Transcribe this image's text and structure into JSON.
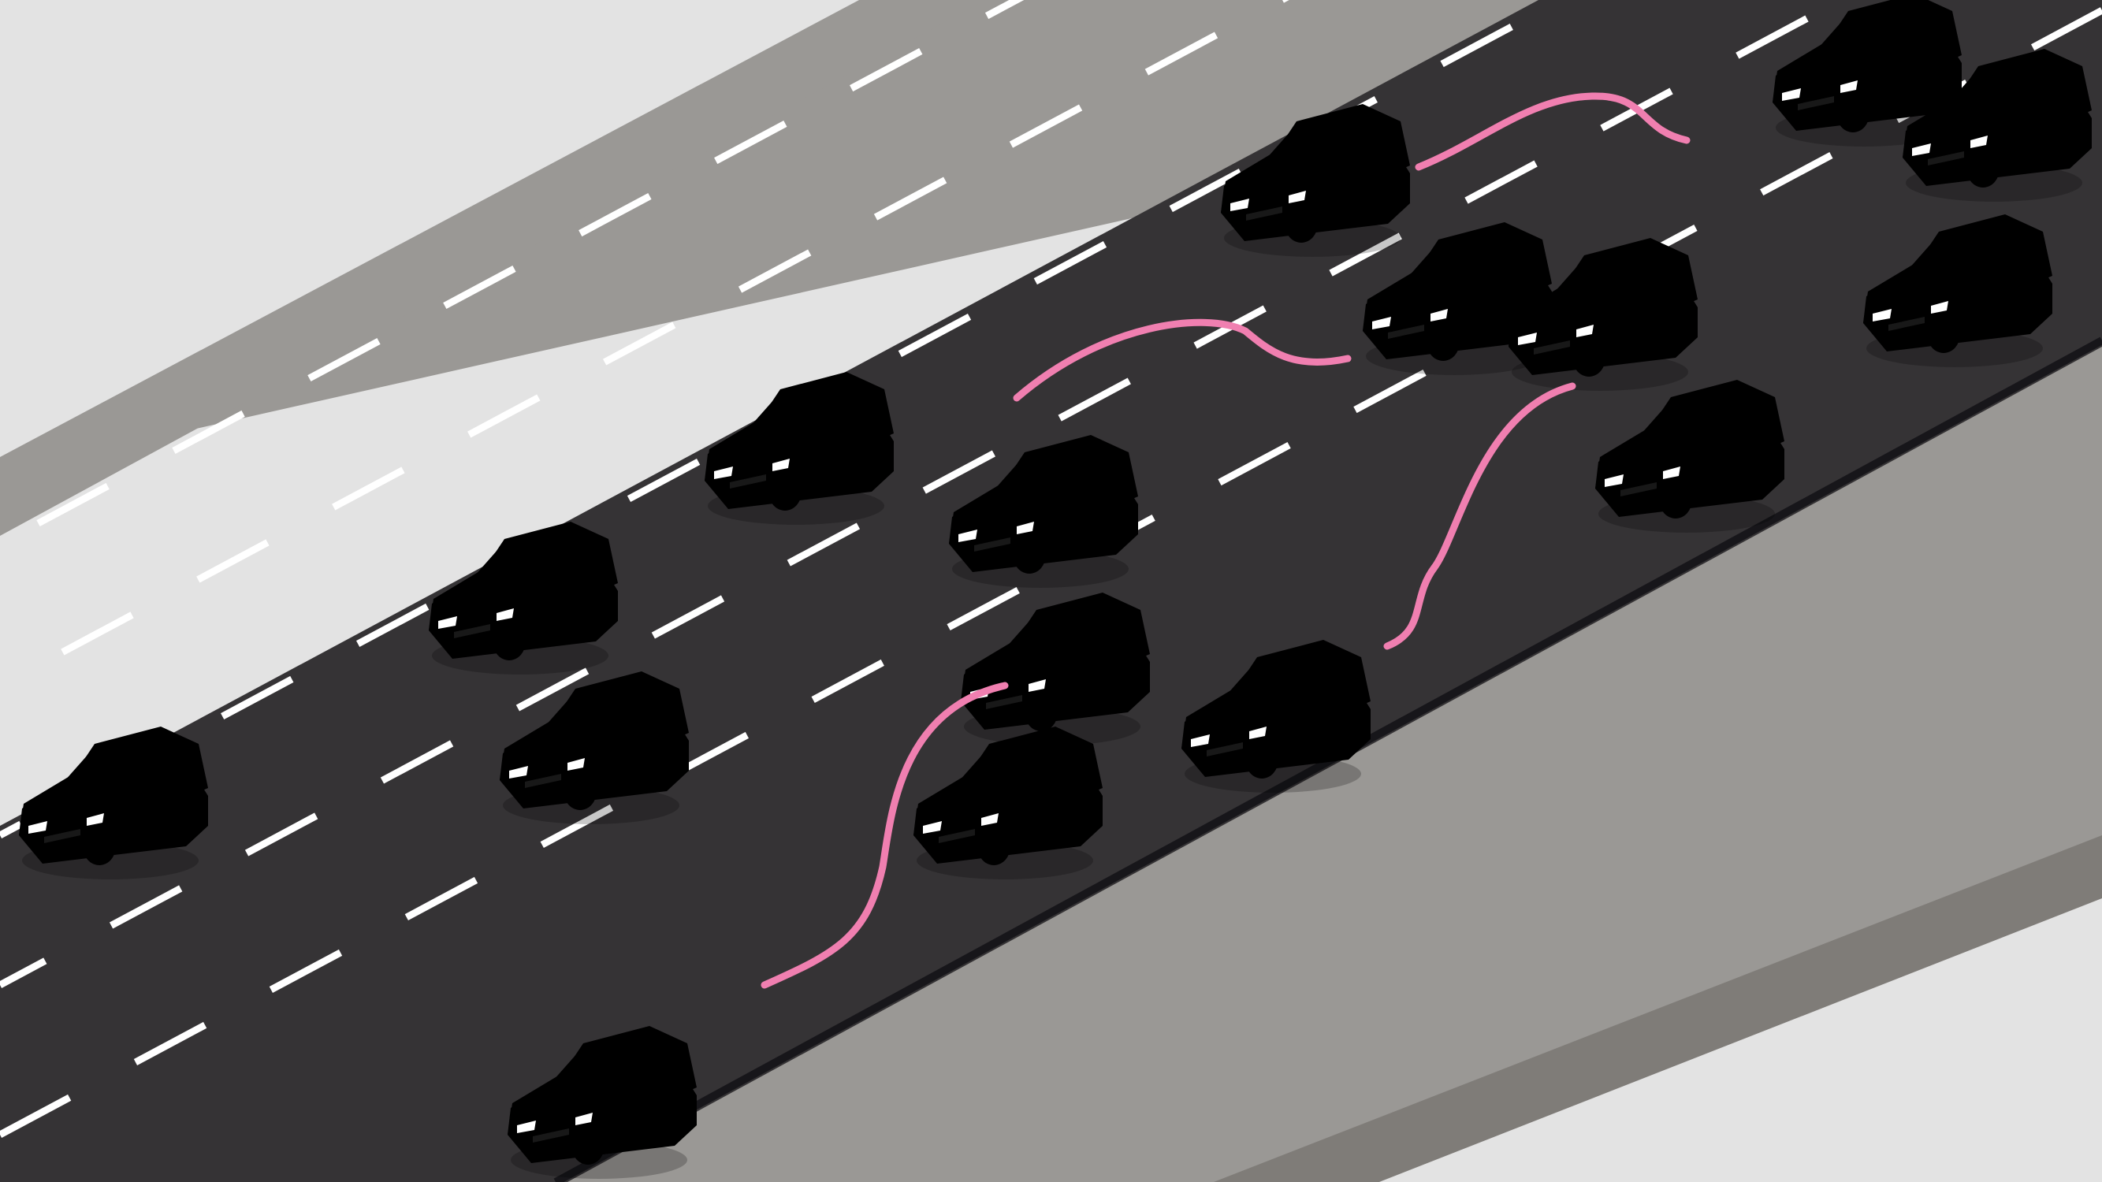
{
  "scene": {
    "colors": {
      "background": "#e3e3e3",
      "shoulder": "#9a9895",
      "shoulder_edge": "#7f7c78",
      "road": "#353335",
      "road_edge": "#17161a",
      "lane_marking": "#ffffff",
      "arrow": "#f07fb0"
    },
    "lane_count": 6,
    "car_styles": {
      "yellow": {
        "body": "#ffd21c",
        "side": "#e89a00",
        "window": "#2f4a73",
        "wheel": "#2b2b2b",
        "hub": "#cfd3d8"
      },
      "green": {
        "body": "#55c86a",
        "side": "#25972f",
        "window": "#2f4a73",
        "wheel": "#2b2b2b",
        "hub": "#cfd3d8"
      }
    },
    "cars": [
      {
        "id": "car-1",
        "color": "yellow"
      },
      {
        "id": "car-2",
        "color": "green"
      },
      {
        "id": "car-3",
        "color": "yellow"
      },
      {
        "id": "car-4",
        "color": "yellow"
      },
      {
        "id": "car-5",
        "color": "yellow"
      },
      {
        "id": "car-6",
        "color": "green"
      },
      {
        "id": "car-7",
        "color": "yellow"
      },
      {
        "id": "car-8",
        "color": "green"
      },
      {
        "id": "car-9",
        "color": "green"
      },
      {
        "id": "car-10",
        "color": "yellow"
      },
      {
        "id": "car-11",
        "color": "yellow"
      },
      {
        "id": "car-12",
        "color": "green"
      },
      {
        "id": "car-13",
        "color": "yellow"
      },
      {
        "id": "car-14",
        "color": "yellow"
      },
      {
        "id": "car-15",
        "color": "green"
      },
      {
        "id": "car-16",
        "color": "yellow"
      },
      {
        "id": "car-17",
        "color": "green"
      },
      {
        "id": "car-18",
        "color": "yellow"
      }
    ],
    "lane_change_arrows": [
      {
        "id": "arrow-1"
      },
      {
        "id": "arrow-2"
      },
      {
        "id": "arrow-3"
      },
      {
        "id": "arrow-4"
      }
    ]
  }
}
